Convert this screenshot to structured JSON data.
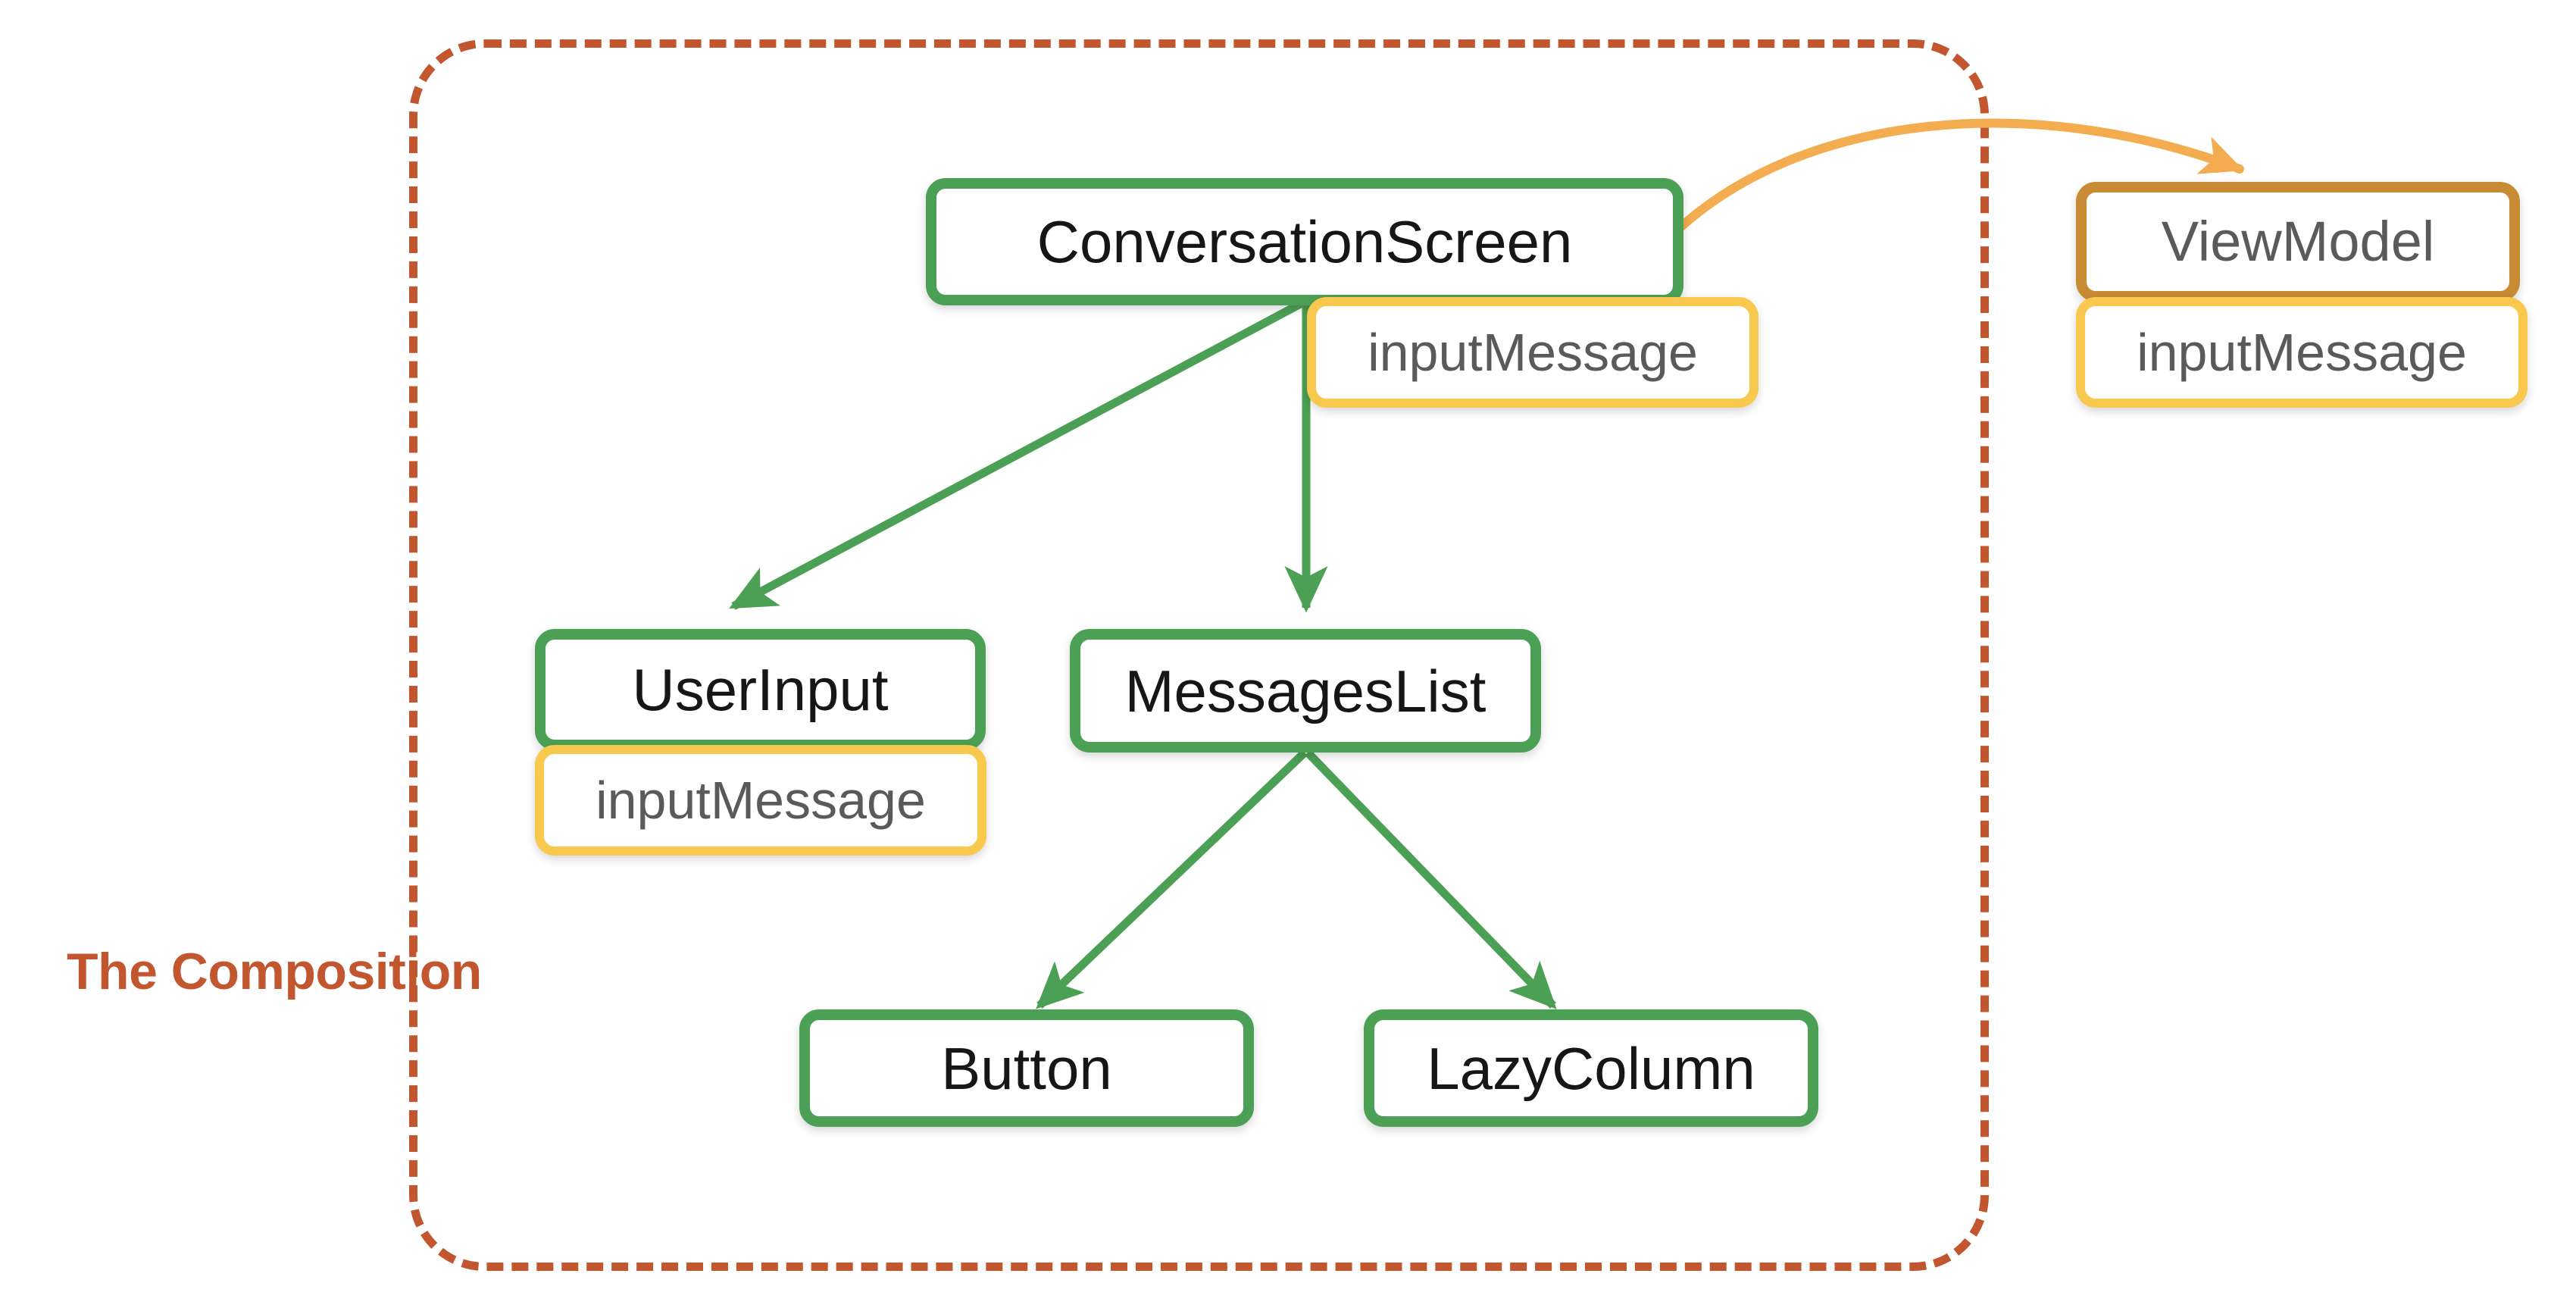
{
  "diagram": {
    "title_label": "The Composition",
    "boundary_style": "dashed-rounded-rect",
    "colors": {
      "composable_border": "#4CA055",
      "state_border": "#F8C94E",
      "viewmodel_border": "#C88A33",
      "boundary": "#C1562F",
      "composable_text": "#161616",
      "state_text": "#5A5A5A",
      "event_arrow": "#F3AC4F",
      "tree_arrow": "#4CA055",
      "background": "#FFFFFF"
    },
    "nodes": [
      {
        "id": "conversation-screen",
        "label": "ConversationScreen",
        "kind": "composable",
        "inside_composition": true
      },
      {
        "id": "conversation-screen-state",
        "label": "inputMessage",
        "kind": "state",
        "inside_composition": true
      },
      {
        "id": "user-input",
        "label": "UserInput",
        "kind": "composable",
        "inside_composition": true
      },
      {
        "id": "user-input-state",
        "label": "inputMessage",
        "kind": "state",
        "inside_composition": true
      },
      {
        "id": "messages-list",
        "label": "MessagesList",
        "kind": "composable",
        "inside_composition": true
      },
      {
        "id": "button",
        "label": "Button",
        "kind": "composable",
        "inside_composition": true
      },
      {
        "id": "lazy-column",
        "label": "LazyColumn",
        "kind": "composable",
        "inside_composition": true
      },
      {
        "id": "view-model",
        "label": "ViewModel",
        "kind": "viewmodel",
        "inside_composition": false
      },
      {
        "id": "view-model-state",
        "label": "inputMessage",
        "kind": "state",
        "inside_composition": false
      }
    ],
    "edges": [
      {
        "from": "conversation-screen",
        "to": "user-input",
        "kind": "tree"
      },
      {
        "from": "conversation-screen",
        "to": "messages-list",
        "kind": "tree"
      },
      {
        "from": "messages-list",
        "to": "button",
        "kind": "tree"
      },
      {
        "from": "messages-list",
        "to": "lazy-column",
        "kind": "tree"
      },
      {
        "from": "conversation-screen",
        "to": "view-model",
        "kind": "event"
      }
    ]
  }
}
